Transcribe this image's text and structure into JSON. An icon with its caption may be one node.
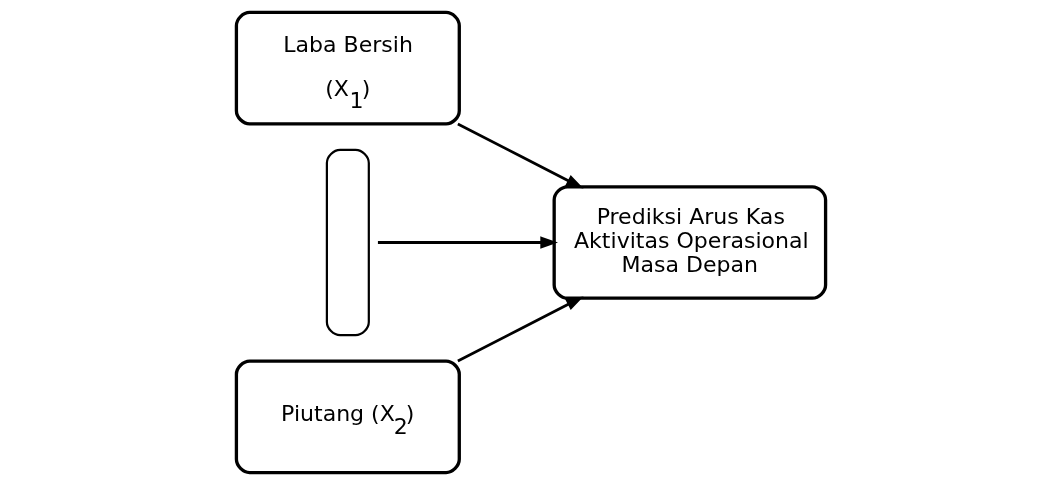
{
  "diagram": {
    "nodes": [
      {
        "text": [
          "Laba Bersih",
          "(X$_{1}$)"
        ]
      },
      {
        "text": [
          "Piutang (X$_{2}$)"
        ]
      },
      {
        "text": [],
        "shape": "bracket"
      },
      {
        "text": [
          "Prediksi Arus Kas Aktivitas Operasional Masa Depan"
        ]
      }
    ],
    "edges": [
      {
        "from": 0,
        "to": 3,
        "arrow": "to"
      },
      {
        "from": 2,
        "to": 3,
        "arrow": "to"
      },
      {
        "from": 1,
        "to": 3,
        "arrow": "to"
      }
    ]
  }
}
